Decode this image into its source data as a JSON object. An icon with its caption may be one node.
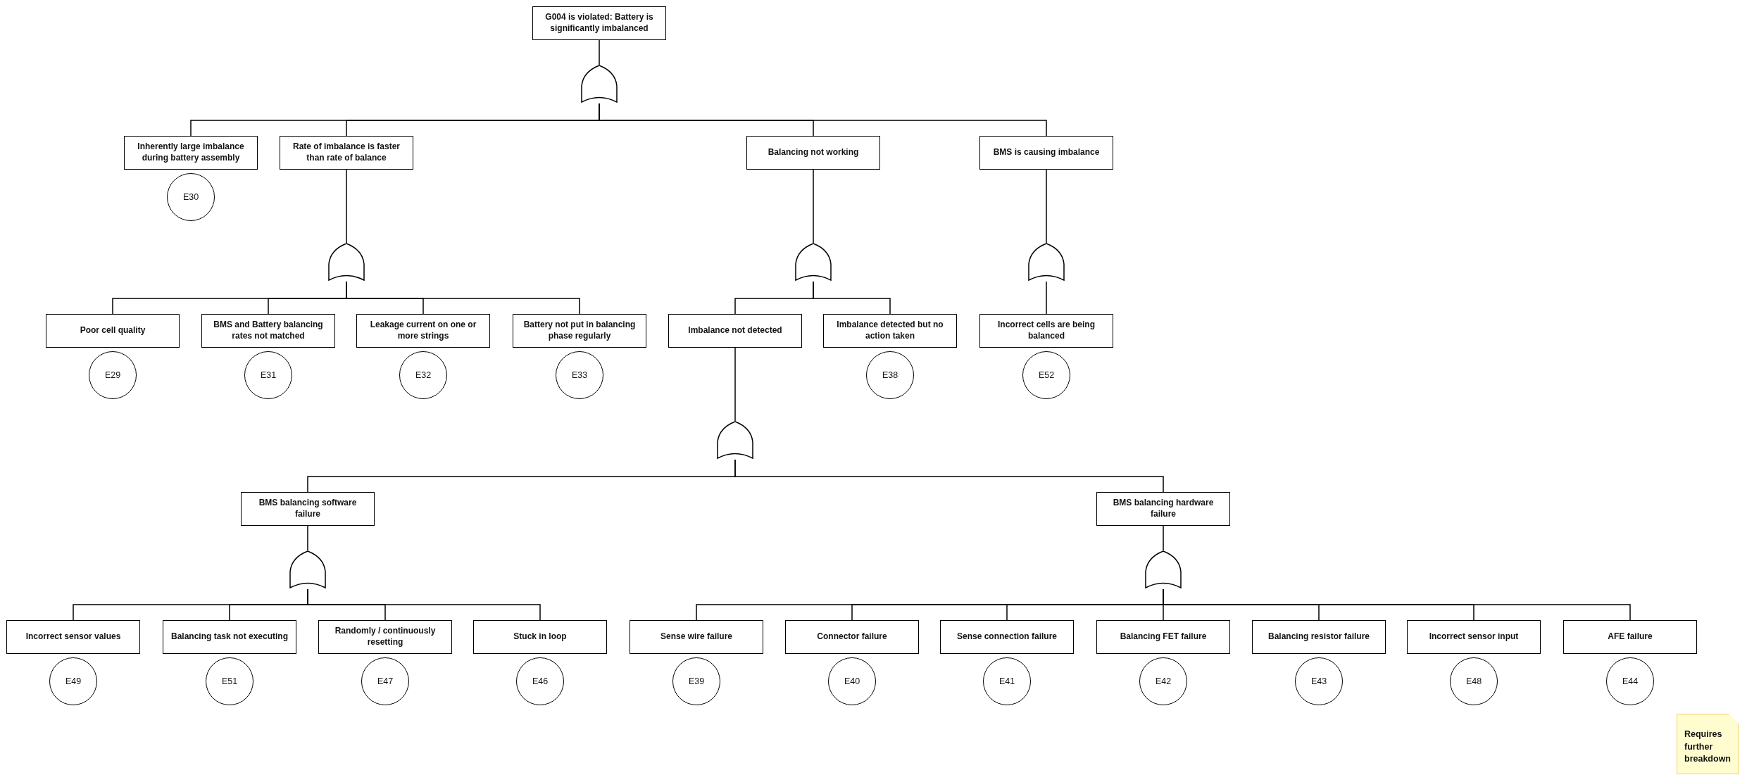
{
  "diagram": {
    "nodes": [
      {
        "text": [
          "G004 is violated: Battery is significantly imbalanced"
        ]
      },
      {
        "text": [],
        "shape": "gate"
      },
      {
        "text": [
          "Inherently large imbalance during battery assembly"
        ]
      },
      {
        "text": [
          "E30"
        ]
      },
      {
        "text": [
          "Rate of imbalance is faster than rate of balance"
        ]
      },
      {
        "text": [
          "Balancing not working"
        ]
      },
      {
        "text": [
          "BMS is causing imbalance"
        ]
      },
      {
        "text": [],
        "shape": "gate"
      },
      {
        "text": [],
        "shape": "gate"
      },
      {
        "text": [],
        "shape": "gate"
      },
      {
        "text": [
          "Poor cell quality"
        ]
      },
      {
        "text": [
          "E29"
        ]
      },
      {
        "text": [
          "BMS and Battery balancing rates not matched"
        ]
      },
      {
        "text": [
          "E31"
        ]
      },
      {
        "text": [
          "Leakage current on one or more strings"
        ]
      },
      {
        "text": [
          "E32"
        ]
      },
      {
        "text": [
          "Battery not put in balancing phase regularly"
        ]
      },
      {
        "text": [
          "E33"
        ]
      },
      {
        "text": [
          "Imbalance not detected"
        ]
      },
      {
        "text": [
          "Imbalance detected but no action taken"
        ]
      },
      {
        "text": [
          "E38"
        ]
      },
      {
        "text": [
          "Incorrect cells are being balanced"
        ]
      },
      {
        "text": [
          "E52"
        ]
      },
      {
        "text": [],
        "shape": "gate"
      },
      {
        "text": [
          "BMS balancing software failure"
        ]
      },
      {
        "text": [
          "BMS balancing hardware failure"
        ]
      },
      {
        "text": [],
        "shape": "gate"
      },
      {
        "text": [],
        "shape": "gate"
      },
      {
        "text": [
          "Incorrect sensor values"
        ]
      },
      {
        "text": [
          "E49"
        ]
      },
      {
        "text": [
          "Balancing task not executing"
        ]
      },
      {
        "text": [
          "E51"
        ]
      },
      {
        "text": [
          "Randomly / continuously resetting"
        ]
      },
      {
        "text": [
          "E47"
        ]
      },
      {
        "text": [
          "Stuck in loop"
        ]
      },
      {
        "text": [
          "E46"
        ]
      },
      {
        "text": [
          "Sense wire failure"
        ]
      },
      {
        "text": [
          "E39"
        ]
      },
      {
        "text": [
          "Connector failure"
        ]
      },
      {
        "text": [
          "E40"
        ]
      },
      {
        "text": [
          "Sense connection failure"
        ]
      },
      {
        "text": [
          "E41"
        ]
      },
      {
        "text": [
          "Balancing FET failure"
        ]
      },
      {
        "text": [
          "E42"
        ]
      },
      {
        "text": [
          "Balancing resistor failure"
        ]
      },
      {
        "text": [
          "E43"
        ]
      },
      {
        "text": [
          "Incorrect sensor input"
        ]
      },
      {
        "text": [
          "E48"
        ]
      },
      {
        "text": [
          "AFE failure"
        ]
      },
      {
        "text": [
          "E44"
        ]
      },
      {
        "text": [
          "Requires further breakdown"
        ]
      }
    ],
    "edges": [
      {
        "from": 0,
        "to": 1,
        "arrow": "none"
      },
      {
        "from": 1,
        "to": 2,
        "arrow": "none"
      },
      {
        "from": 1,
        "to": 4,
        "arrow": "none"
      },
      {
        "from": 1,
        "to": 5,
        "arrow": "none"
      },
      {
        "from": 1,
        "to": 6,
        "arrow": "none"
      },
      {
        "from": 4,
        "to": 7,
        "arrow": "none"
      },
      {
        "from": 5,
        "to": 8,
        "arrow": "none"
      },
      {
        "from": 6,
        "to": 9,
        "arrow": "none"
      },
      {
        "from": 7,
        "to": 10,
        "arrow": "none"
      },
      {
        "from": 7,
        "to": 12,
        "arrow": "none"
      },
      {
        "from": 7,
        "to": 14,
        "arrow": "none"
      },
      {
        "from": 7,
        "to": 16,
        "arrow": "none"
      },
      {
        "from": 8,
        "to": 18,
        "arrow": "none"
      },
      {
        "from": 8,
        "to": 19,
        "arrow": "none"
      },
      {
        "from": 9,
        "to": 21,
        "arrow": "none"
      },
      {
        "from": 18,
        "to": 23,
        "arrow": "none"
      },
      {
        "from": 23,
        "to": 24,
        "arrow": "none"
      },
      {
        "from": 23,
        "to": 25,
        "arrow": "none"
      },
      {
        "from": 24,
        "to": 26,
        "arrow": "none"
      },
      {
        "from": 25,
        "to": 27,
        "arrow": "none"
      },
      {
        "from": 26,
        "to": 28,
        "arrow": "none"
      },
      {
        "from": 26,
        "to": 30,
        "arrow": "none"
      },
      {
        "from": 26,
        "to": 32,
        "arrow": "none"
      },
      {
        "from": 26,
        "to": 34,
        "arrow": "none"
      },
      {
        "from": 27,
        "to": 36,
        "arrow": "none"
      },
      {
        "from": 27,
        "to": 38,
        "arrow": "none"
      },
      {
        "from": 27,
        "to": 40,
        "arrow": "none"
      },
      {
        "from": 27,
        "to": 42,
        "arrow": "none"
      },
      {
        "from": 27,
        "to": 44,
        "arrow": "none"
      },
      {
        "from": 27,
        "to": 46,
        "arrow": "none"
      },
      {
        "from": 27,
        "to": 48,
        "arrow": "none"
      }
    ]
  }
}
